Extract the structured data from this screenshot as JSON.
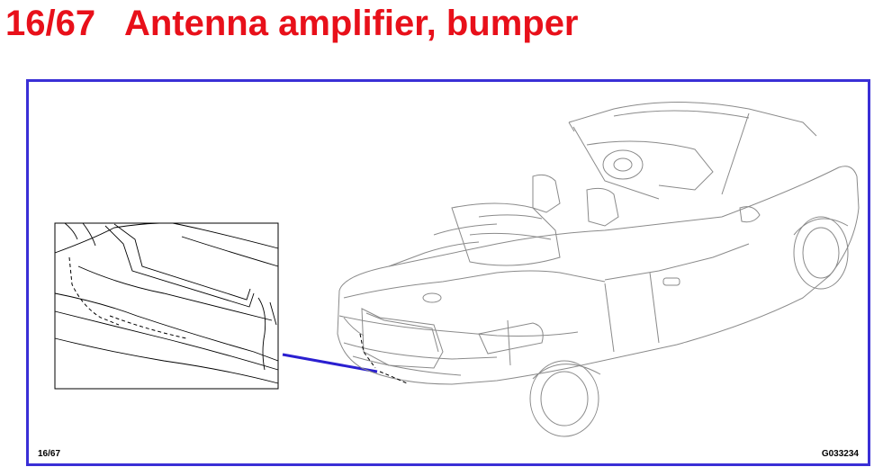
{
  "header": {
    "number": "16/67",
    "title": "Antenna amplifier, bumper",
    "title_color": "#e8101a"
  },
  "figure": {
    "frame_color": "#3a2fd6",
    "leader_color": "#2a1fd0",
    "page_label": "16/67",
    "figure_id": "G033234"
  }
}
